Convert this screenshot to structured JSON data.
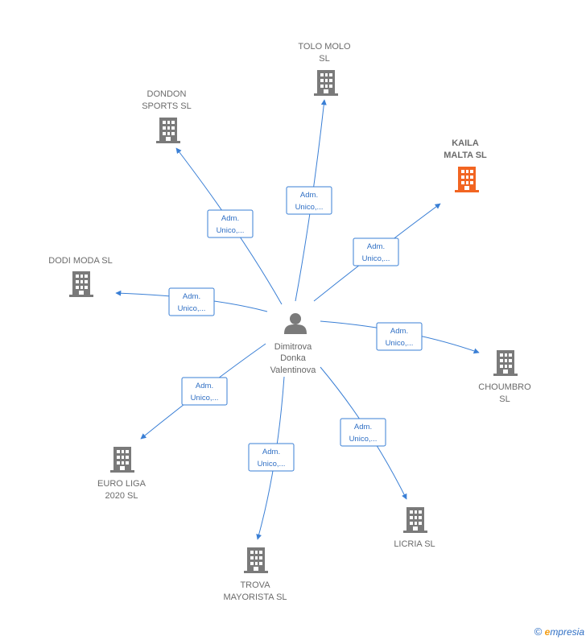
{
  "center": {
    "label_lines": [
      "Dimitrova",
      "Donka",
      "Valentinova"
    ],
    "icon": "person-icon"
  },
  "companies": [
    {
      "id": "tolo-molo",
      "label_lines": [
        "TOLO MOLO",
        "SL"
      ],
      "highlight": false,
      "edge_label": [
        "Adm.",
        "Unico,..."
      ]
    },
    {
      "id": "dondon-sports",
      "label_lines": [
        "DONDON",
        "SPORTS  SL"
      ],
      "highlight": false,
      "edge_label": [
        "Adm.",
        "Unico,..."
      ]
    },
    {
      "id": "kaila-malta",
      "label_lines": [
        "KAILA",
        "MALTA  SL"
      ],
      "highlight": true,
      "edge_label": [
        "Adm.",
        "Unico,..."
      ]
    },
    {
      "id": "dodi-moda",
      "label_lines": [
        "DODI MODA  SL"
      ],
      "highlight": false,
      "edge_label": [
        "Adm.",
        "Unico,..."
      ]
    },
    {
      "id": "choumbro",
      "label_lines": [
        "CHOUMBRO",
        "SL"
      ],
      "highlight": false,
      "edge_label": [
        "Adm.",
        "Unico,..."
      ]
    },
    {
      "id": "euro-liga",
      "label_lines": [
        "EURO LIGA",
        "2020  SL"
      ],
      "highlight": false,
      "edge_label": [
        "Adm.",
        "Unico,..."
      ]
    },
    {
      "id": "licria",
      "label_lines": [
        "LICRIA  SL"
      ],
      "highlight": false,
      "edge_label": [
        "Adm.",
        "Unico,..."
      ]
    },
    {
      "id": "trova-mayorista",
      "label_lines": [
        "TROVA",
        "MAYORISTA  SL"
      ],
      "highlight": false,
      "edge_label": [
        "Adm.",
        "Unico,..."
      ]
    }
  ],
  "colors": {
    "building": "#7a7a7a",
    "building_highlight": "#f26522",
    "edge": "#3a7fd5",
    "person": "#7a7a7a"
  },
  "footer": {
    "copyright_symbol": "©",
    "brand_initial": "e",
    "brand_rest": "mpresia"
  }
}
